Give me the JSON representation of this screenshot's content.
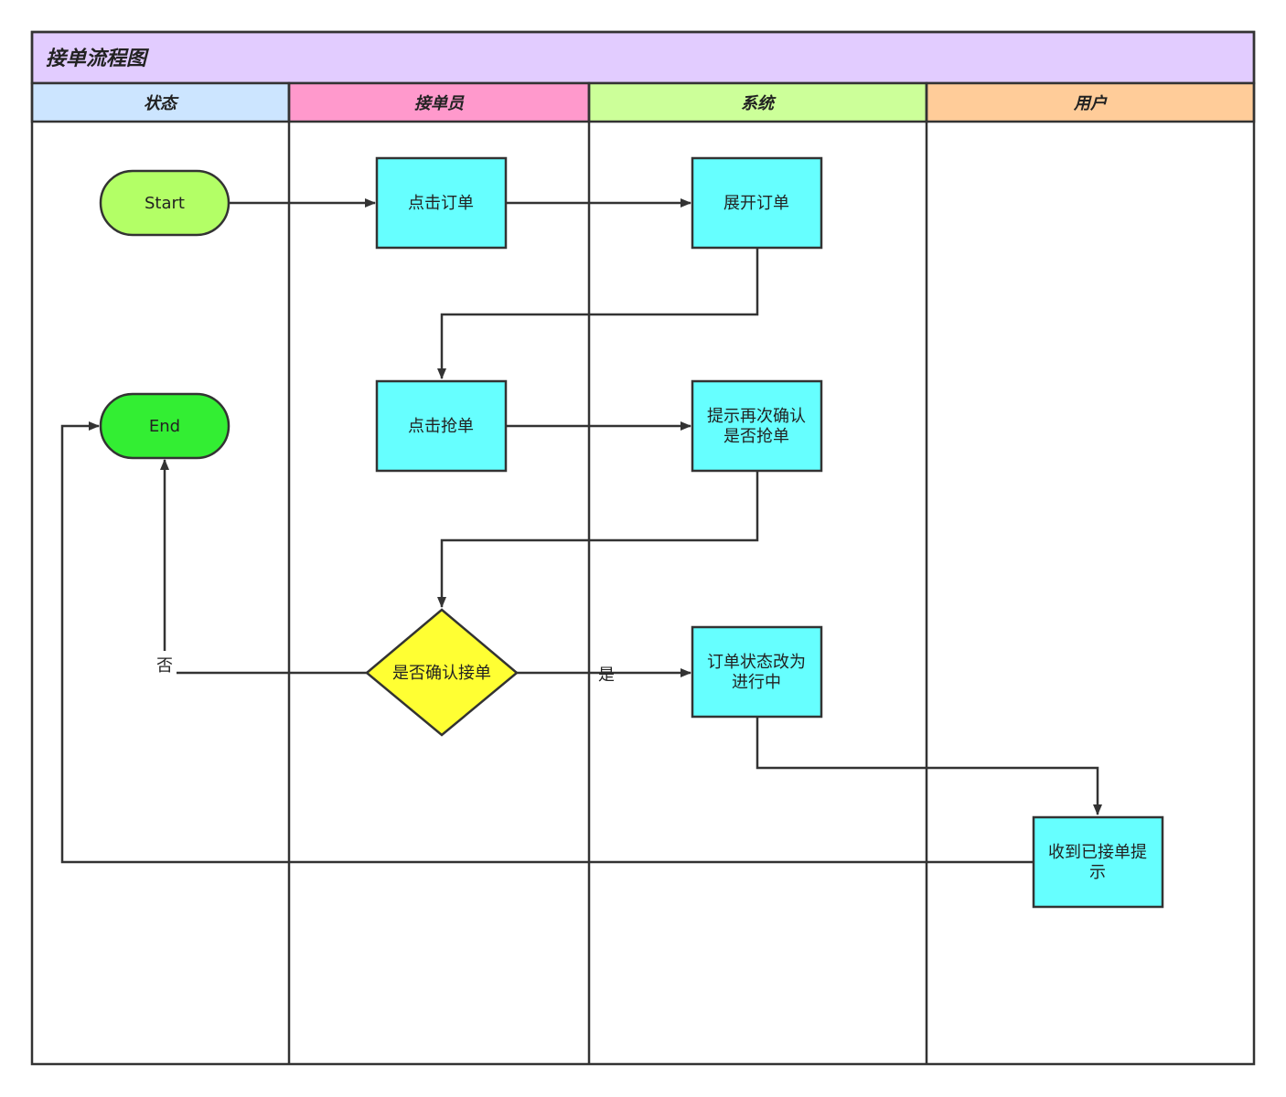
{
  "title": "接单流程图",
  "colors": {
    "title_bg": "#e2ccff",
    "lane_status": "#cce5ff",
    "lane_operator": "#ff99cc",
    "lane_system": "#ccff99",
    "lane_user": "#ffcc99",
    "terminal_start": "#b3ff66",
    "terminal_end": "#33ee33",
    "process": "#66ffff",
    "decision": "#ffff33"
  },
  "lanes": [
    {
      "label": "状态"
    },
    {
      "label": "接单员"
    },
    {
      "label": "系统"
    },
    {
      "label": "用户"
    }
  ],
  "nodes": {
    "start": {
      "lines": [
        "Start"
      ],
      "shape": "terminal"
    },
    "end": {
      "lines": [
        "End"
      ],
      "shape": "terminal"
    },
    "click_order": {
      "lines": [
        "点击订单"
      ],
      "shape": "process"
    },
    "expand_order": {
      "lines": [
        "展开订单"
      ],
      "shape": "process"
    },
    "click_grab": {
      "lines": [
        "点击抢单"
      ],
      "shape": "process"
    },
    "prompt_confirm": {
      "lines": [
        "提示再次确认",
        "是否抢单"
      ],
      "shape": "process"
    },
    "decision_confirm": {
      "lines": [
        "是否确认接单"
      ],
      "shape": "decision"
    },
    "status_change": {
      "lines": [
        "订单状态改为",
        "进行中"
      ],
      "shape": "process"
    },
    "user_notify": {
      "lines": [
        "收到已接单提",
        "示"
      ],
      "shape": "process"
    }
  },
  "edges": [
    {
      "from": "start",
      "to": "click_order",
      "label": ""
    },
    {
      "from": "click_order",
      "to": "expand_order",
      "label": ""
    },
    {
      "from": "expand_order",
      "to": "click_grab",
      "label": ""
    },
    {
      "from": "click_grab",
      "to": "prompt_confirm",
      "label": ""
    },
    {
      "from": "prompt_confirm",
      "to": "decision_confirm",
      "label": ""
    },
    {
      "from": "decision_confirm",
      "to": "status_change",
      "label": "是"
    },
    {
      "from": "decision_confirm",
      "to": "end",
      "label": "否"
    },
    {
      "from": "status_change",
      "to": "user_notify",
      "label": ""
    },
    {
      "from": "user_notify",
      "to": "end",
      "label": ""
    }
  ]
}
